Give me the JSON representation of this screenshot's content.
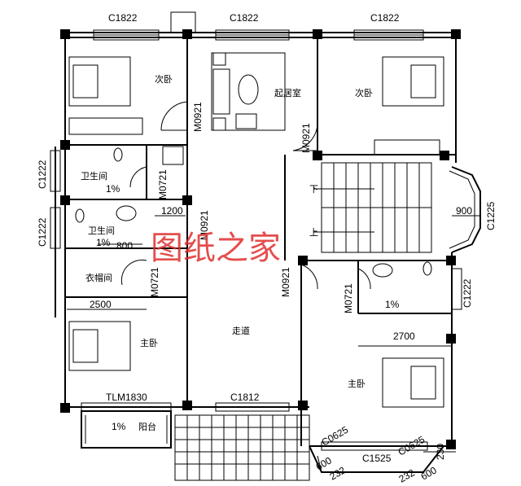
{
  "windows": {
    "top_left": "C1822",
    "top_center": "C1822",
    "top_right": "C1822",
    "left_upper": "C1222",
    "left_lower": "C1222",
    "right_bay": "C1225",
    "right_bath": "C1222",
    "bottom_center": "C1812",
    "bottom_right_mid": "C1525",
    "bottom_right_a": "C0625",
    "bottom_right_b": "C0625",
    "balcony_door": "TLM1830"
  },
  "doors": {
    "living_left": "M0921",
    "living_right": "M0921",
    "bath1": "M0721",
    "bath2": "M0921",
    "closet": "M0721",
    "corridor": "M0921",
    "bath_right": "M0721"
  },
  "rooms": {
    "second_bed_left": "次卧",
    "living": "起居室",
    "second_bed_right": "次卧",
    "bath1": "卫生间",
    "bath2": "卫生间",
    "closet": "衣帽间",
    "master_left": "主卧",
    "corridor": "走道",
    "master_right": "主卧",
    "balcony": "阳台"
  },
  "stairs": {
    "down": "下",
    "up": "上"
  },
  "slopes": {
    "bath1": "1%",
    "bath2": "1%",
    "bath_right": "1%",
    "balcony": "1%"
  },
  "dimensions": {
    "d1200": "1200",
    "d800": "800",
    "d2500": "2500",
    "d2700": "2700",
    "d900": "900",
    "d600": "600",
    "d232a": "232",
    "d232b": "232",
    "d230": "230",
    "d600b": "600"
  },
  "watermark": "图纸之家"
}
